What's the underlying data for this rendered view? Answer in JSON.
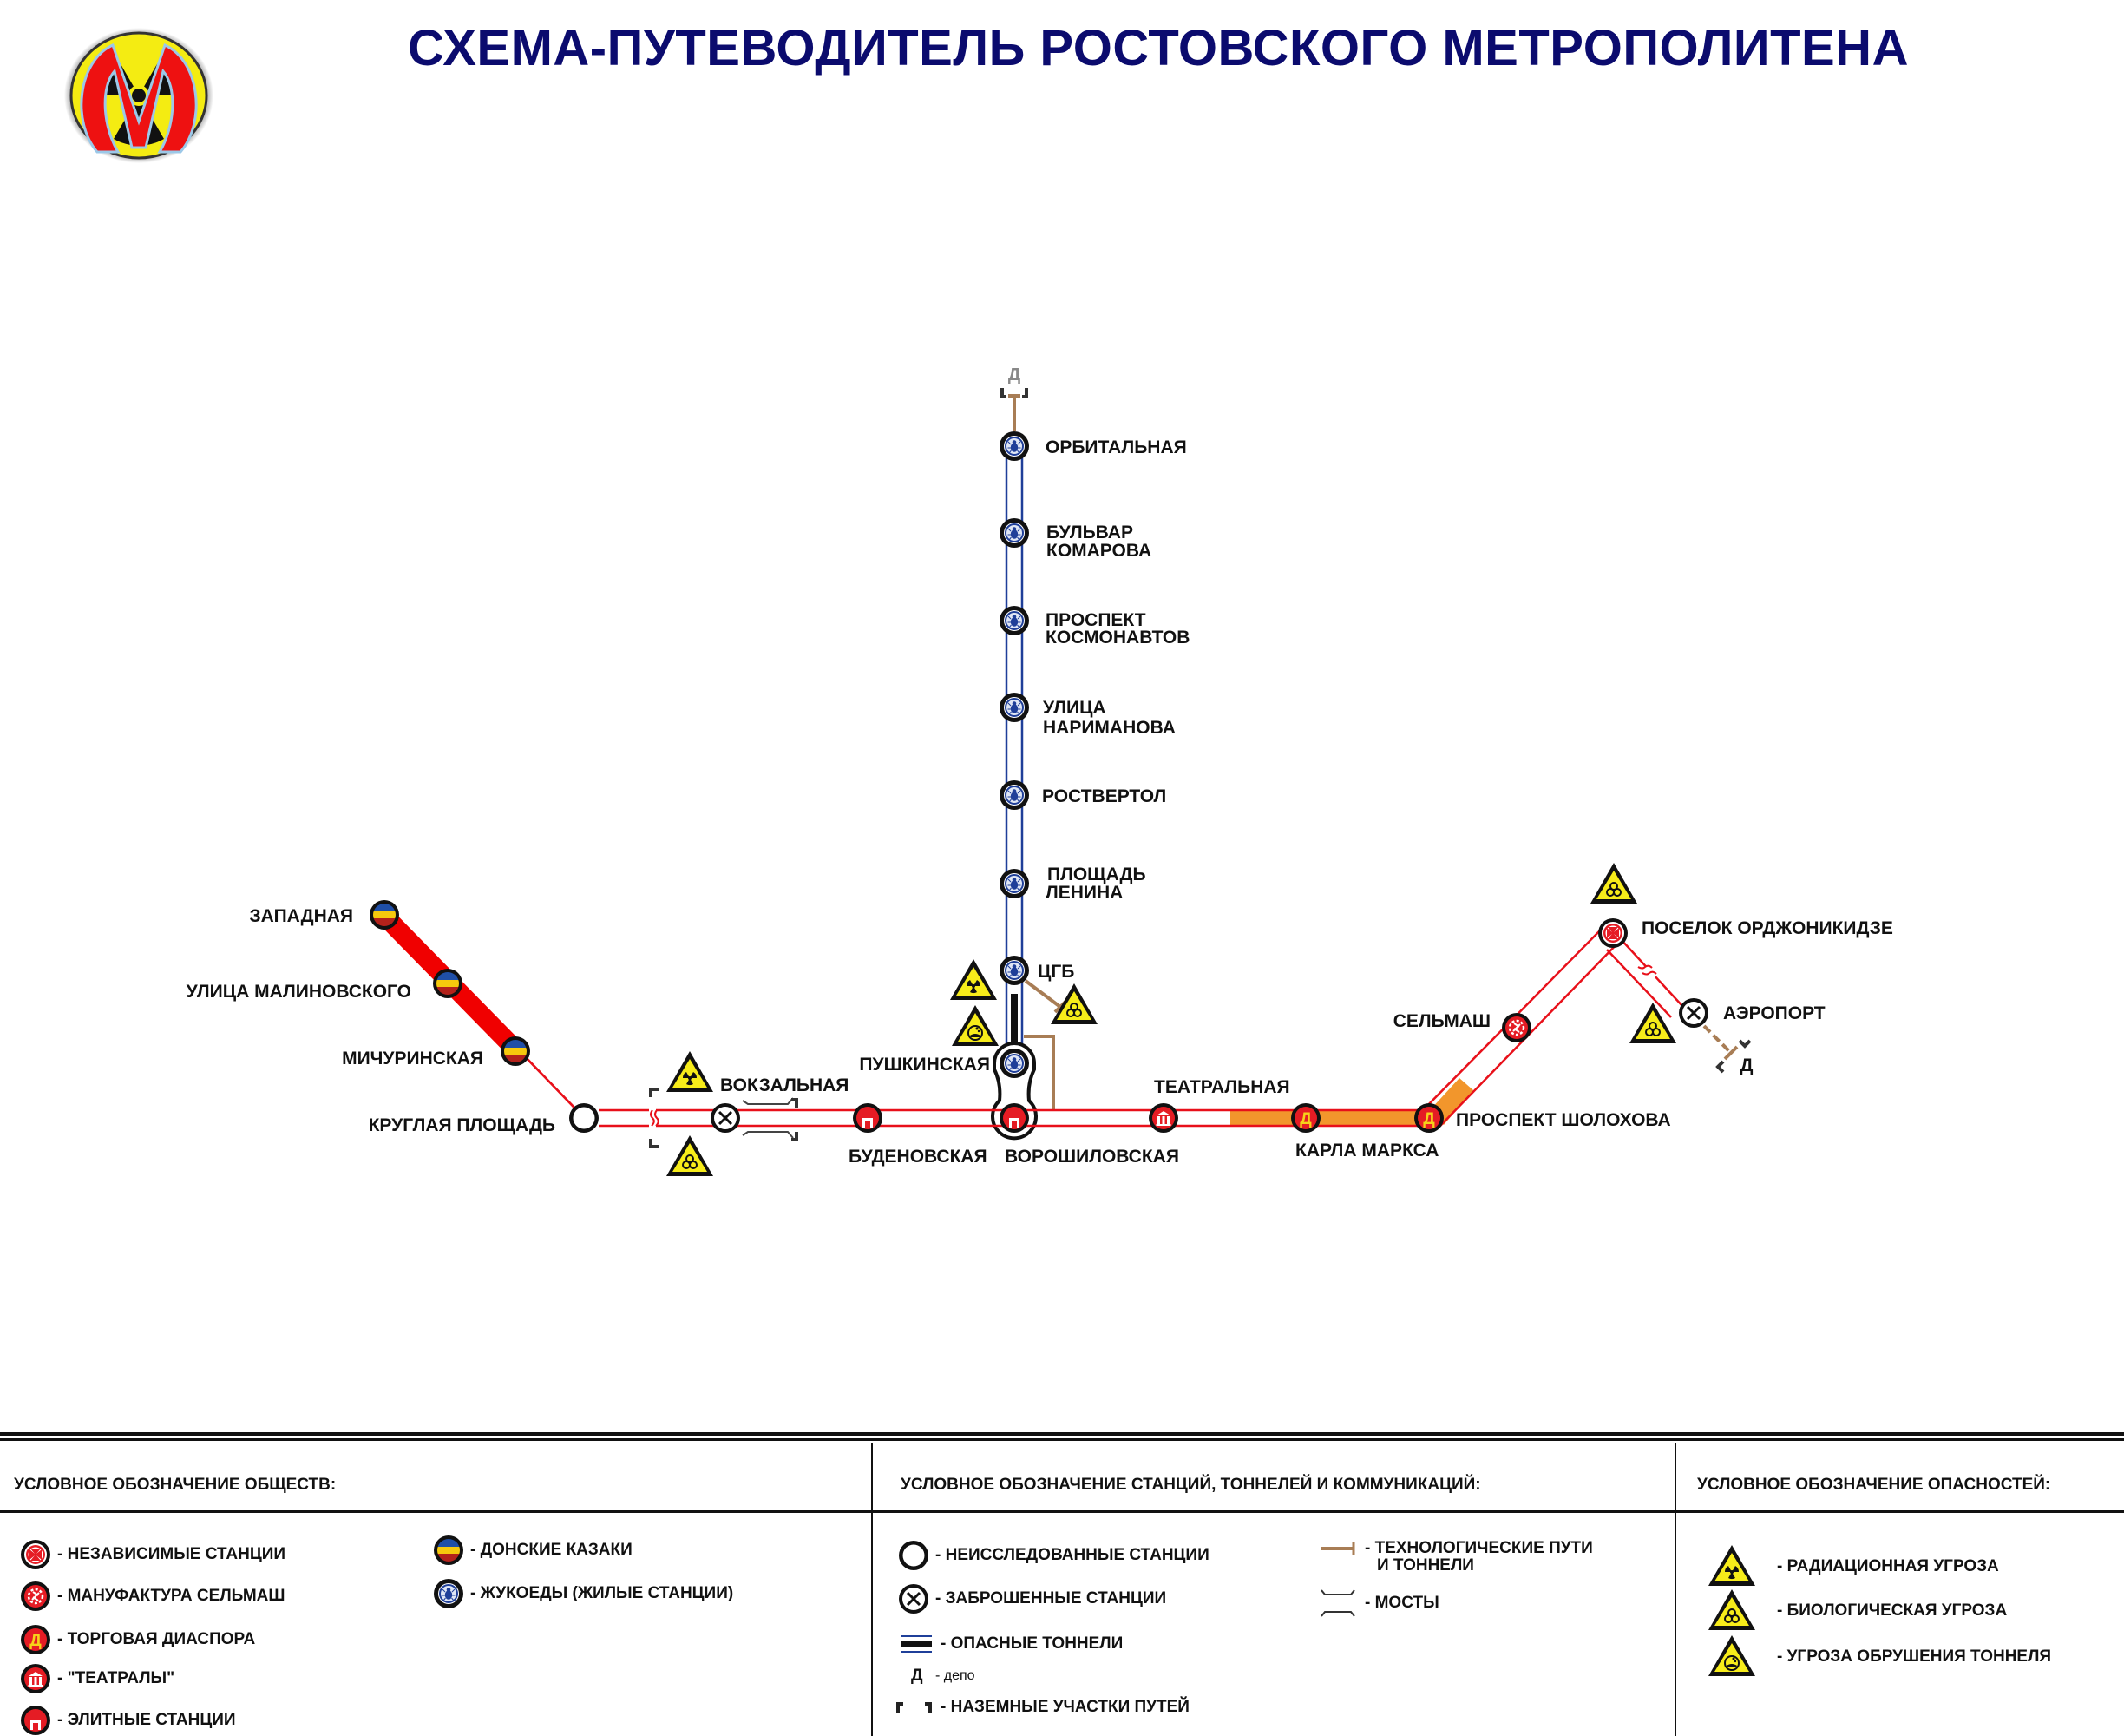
{
  "header": {
    "title": "СХЕМА-ПУТЕВОДИТЕЛЬ РОСТОВСКОГО МЕТРОПОЛИТЕНА",
    "logo_icon": "metro-radiation-m-logo"
  },
  "colors": {
    "title": "#0b0b6e",
    "line_red": "#e8101a",
    "line_blue": "#1f3f99",
    "cossack_line": "#f00000",
    "diaspora_line": "#f2962c",
    "tech_path": "#a87d55",
    "hazard_yellow": "#f7ec1a",
    "station_red": "#e51c24"
  },
  "map": {
    "depot_label": "Д",
    "stations": [
      {
        "id": "orbitalnaya",
        "name": "ОРБИТАЛЬНАЯ",
        "society": "beetle-eaters"
      },
      {
        "id": "bulvar-komarova",
        "name": "БУЛЬВАР",
        "name2": "КОМАРОВА",
        "society": "beetle-eaters"
      },
      {
        "id": "prospekt-kosmonavtov",
        "name": "ПРОСПЕКТ",
        "name2": "КОСМОНАВТОВ",
        "society": "beetle-eaters"
      },
      {
        "id": "ulitsa-narimanova",
        "name": "УЛИЦА",
        "name2": "НАРИМАНОВА",
        "society": "beetle-eaters"
      },
      {
        "id": "rostvertol",
        "name": "РОСТВЕРТОЛ",
        "society": "beetle-eaters"
      },
      {
        "id": "ploshchad-lenina",
        "name": "ПЛОЩАДЬ",
        "name2": "ЛЕНИНА",
        "society": "beetle-eaters"
      },
      {
        "id": "tsgb",
        "name": "ЦГБ",
        "society": "beetle-eaters"
      },
      {
        "id": "pushkinskaya",
        "name": "ПУШКИНСКАЯ",
        "society": "beetle-eaters"
      },
      {
        "id": "voroshilovskaya",
        "name": "ВОРОШИЛОВСКАЯ",
        "society": "elite"
      },
      {
        "id": "zapadnaya",
        "name": "ЗАПАДНАЯ",
        "society": "don-cossacks"
      },
      {
        "id": "ulitsa-malinovskogo",
        "name": "УЛИЦА  МАЛИНОВСКОГО",
        "society": "don-cossacks"
      },
      {
        "id": "michurinskaya",
        "name": "МИЧУРИНСКАЯ",
        "society": "don-cossacks"
      },
      {
        "id": "kruglaya-ploshchad",
        "name": "КРУГЛАЯ  ПЛОЩАДЬ",
        "society": "unexplored"
      },
      {
        "id": "vokzalnaya",
        "name": "ВОКЗАЛЬНАЯ",
        "society": "abandoned"
      },
      {
        "id": "budenovskaya",
        "name": "БУДЕНОВСКАЯ",
        "society": "elite"
      },
      {
        "id": "teatralnaya",
        "name": "ТЕАТРАЛЬНАЯ",
        "society": "theatricals"
      },
      {
        "id": "karla-marksa",
        "name": "КАРЛА  МАРКСА",
        "society": "trade-diaspora"
      },
      {
        "id": "prospekt-sholokhova",
        "name": "ПРОСПЕКТ  ШОЛОХОВА",
        "society": "trade-diaspora"
      },
      {
        "id": "selmash",
        "name": "СЕЛЬМАШ",
        "society": "selmash-manufactory"
      },
      {
        "id": "poselok-ordzhonikidze",
        "name": "ПОСЕЛОК  ОРДЖОНИКИДЗЕ",
        "society": "independent"
      },
      {
        "id": "aeroport",
        "name": "АЭРОПОРТ",
        "society": "abandoned"
      }
    ]
  },
  "legend": {
    "societies": {
      "heading": "УСЛОВНОЕ ОБОЗНАЧЕНИЕ ОБЩЕСТВ:",
      "items": [
        {
          "icon": "independent-station-icon",
          "label": "- НЕЗАВИСИМЫЕ СТАНЦИИ"
        },
        {
          "icon": "selmash-gear-icon",
          "label": "- МАНУФАКТУРА  СЕЛЬМАШ"
        },
        {
          "icon": "trade-diaspora-icon",
          "label": "- ТОРГОВАЯ ДИАСПОРА"
        },
        {
          "icon": "theatre-icon",
          "label": "- \"ТЕАТРАЛЫ\""
        },
        {
          "icon": "elite-station-icon",
          "label": "- ЭЛИТНЫЕ СТАНЦИИ"
        },
        {
          "icon": "cossack-flag-icon",
          "label": "- ДОНСКИЕ КАЗАКИ"
        },
        {
          "icon": "beetle-icon",
          "label": "- ЖУКОЕДЫ (ЖИЛЫЕ СТАНЦИИ)"
        }
      ]
    },
    "stations": {
      "heading": "УСЛОВНОЕ ОБОЗНАЧЕНИЕ СТАНЦИЙ, ТОННЕЛЕЙ И КОММУНИКАЦИЙ:",
      "items": [
        {
          "icon": "unexplored-station-icon",
          "label": "- НЕИССЛЕДОВАННЫЕ СТАНЦИИ"
        },
        {
          "icon": "abandoned-station-icon",
          "label": "- ЗАБРОШЕННЫЕ СТАНЦИИ"
        },
        {
          "icon": "dangerous-tunnel-icon",
          "label": "- ОПАСНЫЕ ТОННЕЛИ"
        },
        {
          "icon": "depot-icon",
          "glyph": "Д",
          "label": "- депо"
        },
        {
          "icon": "ground-section-icon",
          "label": "- НАЗЕМНЫЕ УЧАСТКИ ПУТЕЙ"
        },
        {
          "icon": "tech-path-icon",
          "label": "- ТЕХНОЛОГИЧЕСКИЕ ПУТИ",
          "label2": "И ТОННЕЛИ"
        },
        {
          "icon": "bridge-icon",
          "label": "- МОСТЫ"
        }
      ]
    },
    "hazards": {
      "heading": "УСЛОВНОЕ ОБОЗНАЧЕНИЕ ОПАСНОСТЕЙ:",
      "items": [
        {
          "icon": "radiation-hazard-icon",
          "label": "- РАДИАЦИОННАЯ УГРОЗА"
        },
        {
          "icon": "biohazard-icon",
          "label": "- БИОЛОГИЧЕСКАЯ УГРОЗА"
        },
        {
          "icon": "tunnel-collapse-icon",
          "label": "- УГРОЗА ОБРУШЕНИЯ ТОННЕЛЯ"
        }
      ]
    }
  }
}
